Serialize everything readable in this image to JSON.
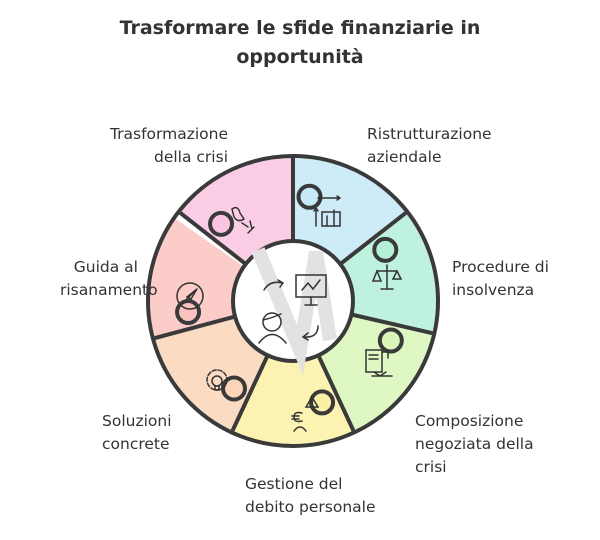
{
  "title_line1": "Trasformare le sfide finanziarie in",
  "title_line2": "opportunità",
  "segments": [
    {
      "line1": "Trasformazione",
      "line2": "della crisi",
      "color": "#f9c4e1",
      "icon": "bird-icon"
    },
    {
      "line1": "Ristrutturazione",
      "line2": "aziendale",
      "color": "#c6e9f7",
      "icon": "building-growth-icon"
    },
    {
      "line1": "Procedure di",
      "line2": "insolvenza",
      "color": "#b4f0d8",
      "icon": "scales-icon"
    },
    {
      "line1": "Composizione",
      "line2": "negoziata della",
      "line3": "crisi",
      "color": "#d9f7b8",
      "icon": "contract-handshake-icon"
    },
    {
      "line1": "Gestione del",
      "line2": "debito personale",
      "color": "#fbf1a6",
      "icon": "euro-warning-person-icon"
    },
    {
      "line1": "Soluzioni",
      "line2": "concrete",
      "color": "#fcd5b8",
      "icon": "lightbulb-gear-icon"
    },
    {
      "line1": "Guida al",
      "line2": "risanamento",
      "color": "#fbc3c0",
      "icon": "compass-icon"
    }
  ],
  "center": {
    "color": "#e2e2e2",
    "icon": "consultant-presentation-icon"
  }
}
